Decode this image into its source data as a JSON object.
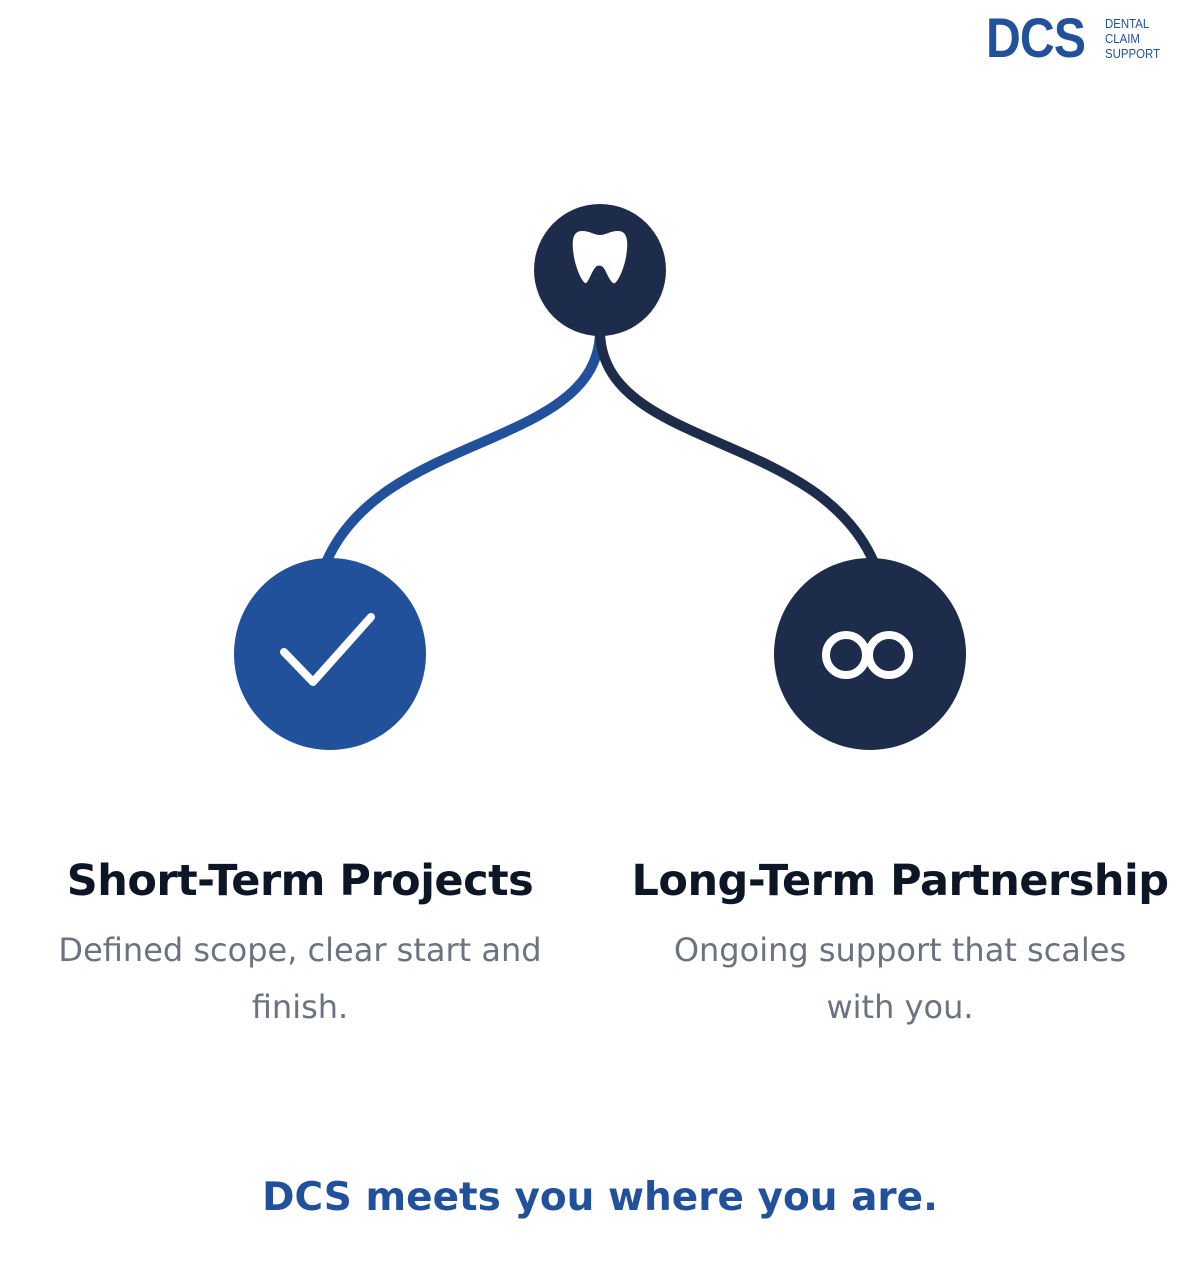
{
  "brand": {
    "mark": "DCS",
    "lines": [
      "DENTAL",
      "CLAIM",
      "SUPPORT"
    ]
  },
  "diagram": {
    "root_icon": "tooth-icon",
    "left_icon": "checkmark-icon",
    "right_icon": "infinity-icon"
  },
  "options": [
    {
      "title": "Short-Term Projects",
      "description": "Defined scope, clear start and finish."
    },
    {
      "title": "Long-Term Partnership",
      "description": "Ongoing support that scales with you."
    }
  ],
  "tagline": "DCS meets you where you are.",
  "colors": {
    "primary_blue": "#22519b",
    "navy": "#1e2c4c",
    "heading": "#0d1627",
    "muted": "#6b7280"
  }
}
